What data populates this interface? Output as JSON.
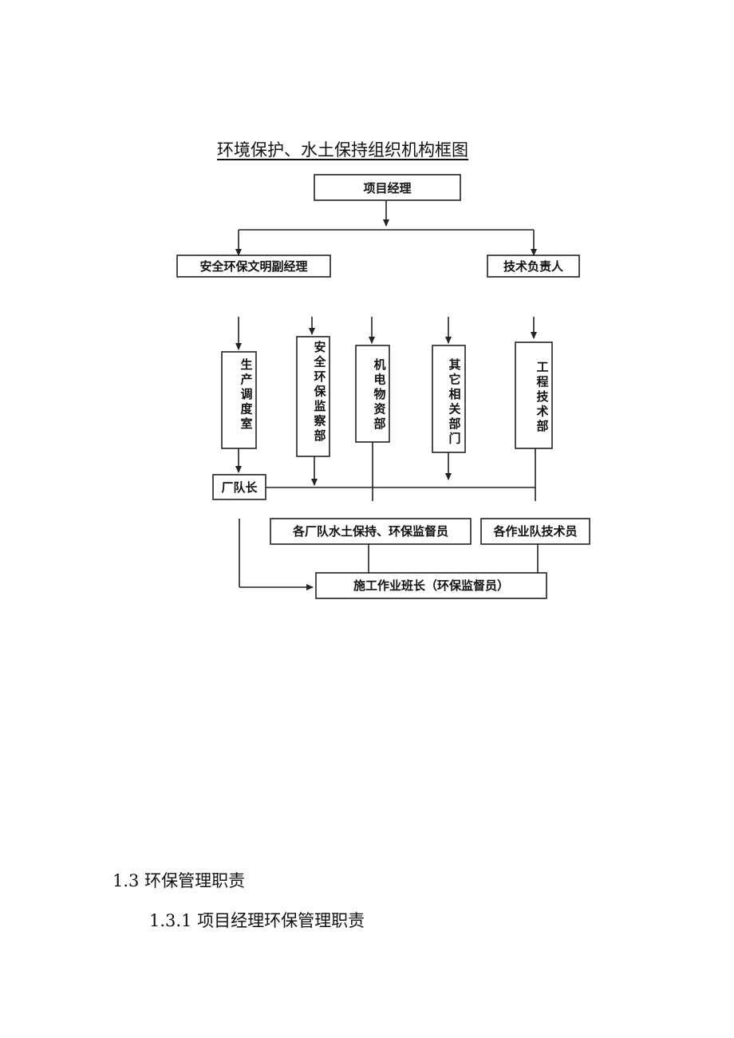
{
  "document": {
    "title": "环境保护、水土保持组织机构框图",
    "section_heading": "1.3 环保管理职责",
    "subsection_heading": "1.3.1 项目经理环保管理职责"
  },
  "org_chart": {
    "project_manager": "项目经理",
    "deputy_manager": "安全环保文明副经理",
    "tech_lead": "技术负责人",
    "departments": [
      "生产调度室",
      "安全环保监察部",
      "机电物资部",
      "其它相关部门",
      "工程技术部"
    ],
    "team_leader": "厂队长",
    "supervisor": "各厂队水土保持、环保监督员",
    "tech_staff": "各作业队技术员",
    "crew_leader": "施工作业班长（环保监督员）"
  }
}
